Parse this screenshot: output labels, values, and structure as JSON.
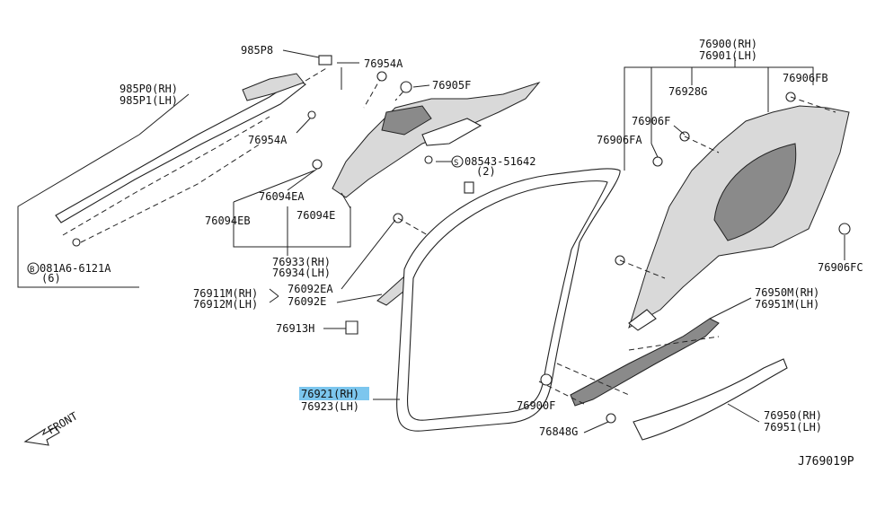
{
  "diagram": {
    "code": "J769019P",
    "front_label": "FRONT",
    "labels": {
      "p985P8": "985P8",
      "p985P0": "985P0(RH)",
      "p985P1": "985P1(LH)",
      "p76954A_top": "76954A",
      "p76954A_low": "76954A",
      "p76905F": "76905F",
      "p08543": "08543-51642",
      "p08543_qty": "(2)",
      "p081A6": "081A6-6121A",
      "p081A6_qty": "(6)",
      "p76094EA": "76094EA",
      "p76094EB": "76094EB",
      "p76094E": "76094E",
      "p76933": "76933(RH)",
      "p76934": "76934(LH)",
      "p76911M": "76911M(RH)",
      "p76912M": "76912M(LH)",
      "p76092EA": "76092EA",
      "p76092E": "76092E",
      "p76913H": "76913H",
      "p76921": "76921(RH)",
      "p76923": "76923(LH)",
      "p76900": "76900(RH)",
      "p76901": "76901(LH)",
      "p76928G": "76928G",
      "p76906F": "76906F",
      "p76906FA": "76906FA",
      "p76906FB": "76906FB",
      "p76906FC": "76906FC",
      "p76950M": "76950M(RH)",
      "p76951M": "76951M(LH)",
      "p76900F": "76900F",
      "p76848G": "76848G",
      "p76950": "76950(RH)",
      "p76951": "76951(LH)"
    },
    "highlight_part": "76921(RH)",
    "colors": {
      "highlight": "#7cc6ee",
      "line": "#222222",
      "panel_fill": "#d9d9d9",
      "dark_fill": "#8a8a8a"
    }
  }
}
